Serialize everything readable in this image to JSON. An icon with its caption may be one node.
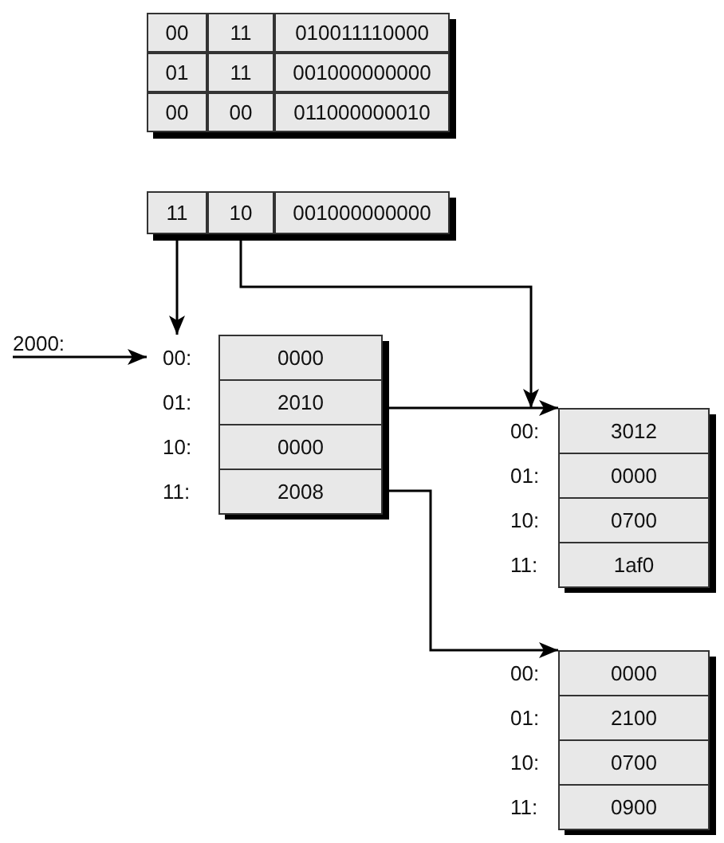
{
  "diagram": {
    "nodes": [
      {
        "text": [
          "11"
        ]
      },
      {
        "text": [
          "10"
        ]
      },
      {
        "text": [
          "001000000000"
        ]
      },
      {
        "text": [
          "2000:"
        ]
      },
      {
        "text": [
          "00:",
          "0000"
        ]
      },
      {
        "text": [
          "01:",
          "2010"
        ]
      },
      {
        "text": [
          "10:",
          "0000"
        ]
      },
      {
        "text": [
          "11:",
          "2008"
        ]
      },
      {
        "text": [
          "00:",
          "3012"
        ]
      },
      {
        "text": [
          "01:",
          "0000"
        ]
      },
      {
        "text": [
          "10:",
          "0700"
        ]
      },
      {
        "text": [
          "11:",
          "1af0"
        ]
      },
      {
        "text": [
          "00:",
          "0000"
        ]
      },
      {
        "text": [
          "01:",
          "2100"
        ]
      },
      {
        "text": [
          "10:",
          "0700"
        ]
      },
      {
        "text": [
          "11:",
          "0900"
        ]
      }
    ],
    "edges": [
      {
        "from": 0,
        "to": 4,
        "arrow": "to"
      },
      {
        "from": 1,
        "to": 8,
        "arrow": "to"
      },
      {
        "from": 3,
        "to": 4,
        "arrow": "to"
      },
      {
        "from": 5,
        "to": 8,
        "arrow": "to"
      },
      {
        "from": 7,
        "to": 12,
        "arrow": "to"
      }
    ],
    "labels": [
      "00",
      "11",
      "010011110000",
      "01",
      "11",
      "001000000000",
      "00",
      "00",
      "011000000010"
    ]
  }
}
